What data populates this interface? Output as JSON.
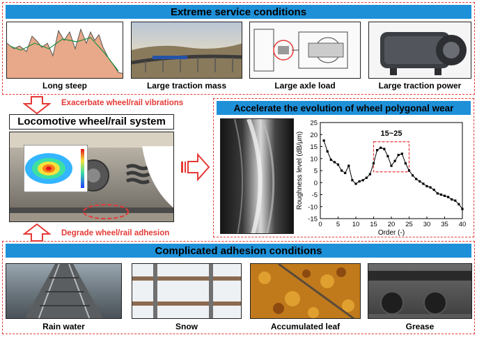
{
  "top_section": {
    "title": "Extreme service conditions",
    "items": [
      {
        "caption": "Long steep"
      },
      {
        "caption": "Large traction mass"
      },
      {
        "caption": "Large axle load"
      },
      {
        "caption": "Large traction power"
      }
    ]
  },
  "middle": {
    "vibration_label": "Exacerbate wheel/rail vibrations",
    "adhesion_label": "Degrade wheel/rail adhesion",
    "system_title": "Locomotive wheel/rail system",
    "right_title": "Accelerate the evolution of wheel polygonal wear"
  },
  "bottom_section": {
    "title": "Complicated adhesion conditions",
    "items": [
      {
        "caption": "Rain water"
      },
      {
        "caption": "Snow"
      },
      {
        "caption": "Accumulated leaf"
      },
      {
        "caption": "Grease"
      }
    ]
  },
  "chart_data": {
    "type": "line",
    "xlabel": "Order (-)",
    "ylabel": "Roughness level (dB/μm)",
    "xlim": [
      0,
      40
    ],
    "ylim": [
      -15,
      25
    ],
    "xticks": [
      0,
      5,
      10,
      15,
      20,
      25,
      30,
      35,
      40
    ],
    "yticks": [
      -15,
      -10,
      -5,
      0,
      5,
      10,
      15,
      20,
      25
    ],
    "annotation": "15~25",
    "x": [
      1,
      2,
      3,
      4,
      5,
      6,
      7,
      8,
      9,
      10,
      11,
      12,
      13,
      14,
      15,
      16,
      17,
      18,
      19,
      20,
      21,
      22,
      23,
      24,
      25,
      26,
      27,
      28,
      29,
      30,
      31,
      32,
      33,
      34,
      35,
      36,
      37,
      38,
      39,
      40
    ],
    "y": [
      17.5,
      13,
      9.5,
      8.5,
      7.5,
      5,
      4,
      7,
      1,
      -0.5,
      0.5,
      1,
      2,
      3.5,
      8,
      13.5,
      14.5,
      14,
      11,
      7,
      9,
      11.5,
      12,
      8,
      5,
      3,
      1.5,
      0.5,
      -0.5,
      -1.5,
      -2,
      -3,
      -4.5,
      -5,
      -5.5,
      -6,
      -7,
      -7.5,
      -9,
      -11
    ]
  }
}
